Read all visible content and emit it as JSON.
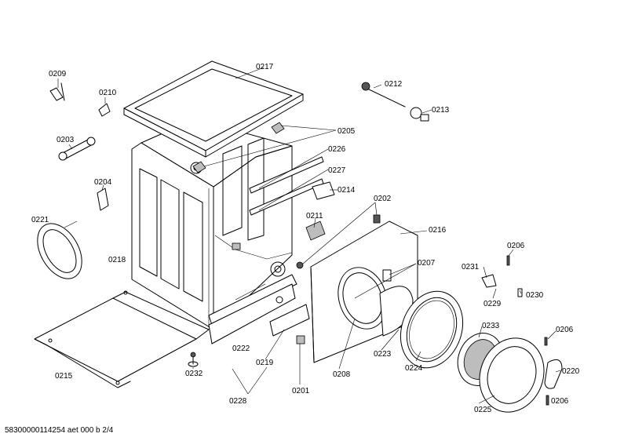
{
  "labels": {
    "p0209": "0209",
    "p0210": "0210",
    "p0203": "0203",
    "p0204": "0204",
    "p0221": "0221",
    "p0218": "0218",
    "p0217": "0217",
    "p0205": "0205",
    "p0226": "0226",
    "p0227": "0227",
    "p0214": "0214",
    "p0211": "0211",
    "p0212": "0212",
    "p0213": "0213",
    "p0202": "0202",
    "p0216": "0216",
    "p0207": "0207",
    "p0231": "0231",
    "p0206a": "0206",
    "p0229": "0229",
    "p0230": "0230",
    "p0233": "0233",
    "p0206b": "0206",
    "p0220": "0220",
    "p0206c": "0206",
    "p0225": "0225",
    "p0224": "0224",
    "p0223": "0223",
    "p0208": "0208",
    "p0201": "0201",
    "p0219": "0219",
    "p0222": "0222",
    "p0228": "0228",
    "p0232": "0232",
    "p0215": "0215"
  },
  "footer": "58300000114254 aet 000 b 2/4"
}
